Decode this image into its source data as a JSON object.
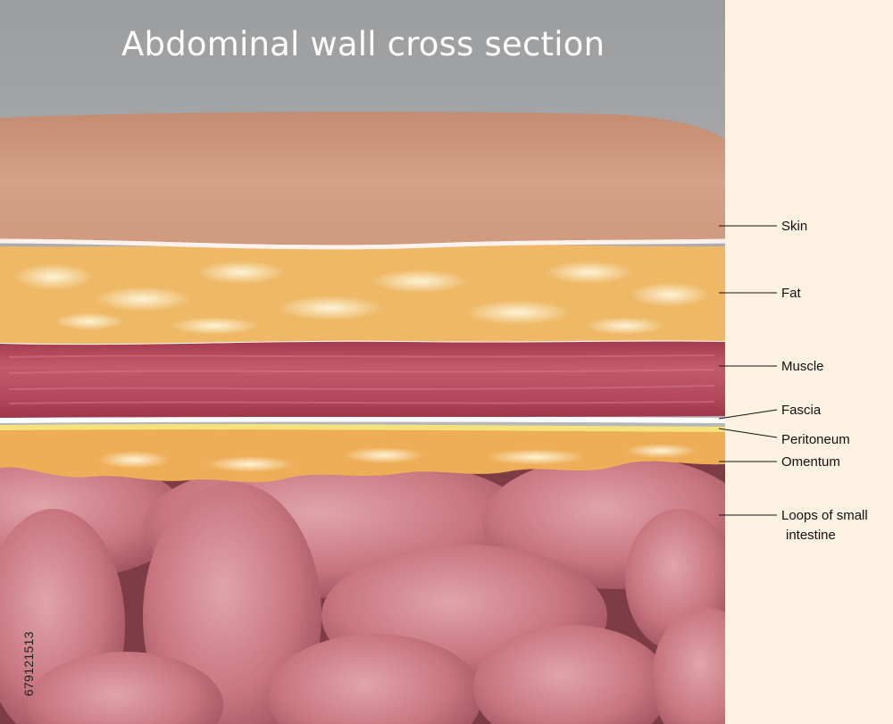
{
  "title": "Abdominal wall cross section",
  "labels": {
    "skin": "Skin",
    "fat": "Fat",
    "muscle": "Muscle",
    "fascia": "Fascia",
    "peritoneum": "Peritoneum",
    "omentum": "Omentum",
    "intestine_line1": "Loops of small",
    "intestine_line2": "intestine"
  },
  "stock_id": "679121513",
  "colors": {
    "skin": "#cf9a7e",
    "fat": "#eeb866",
    "muscle": "#b8455a",
    "fascia": "#ffffff",
    "peritoneum": "#f6e27a",
    "omentum": "#eeae58",
    "intestine": "#c9767f",
    "side_panel": "#fdf1e2"
  }
}
